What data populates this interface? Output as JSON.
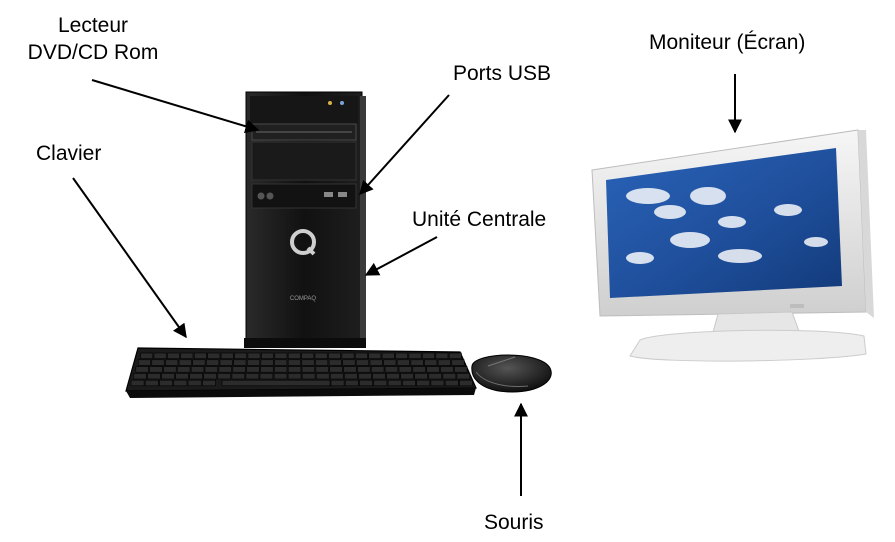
{
  "labels": {
    "dvd_line1": "Lecteur",
    "dvd_line2": "DVD/CD Rom",
    "monitor": "Moniteur (Écran)",
    "usb": "Ports USB",
    "keyboard": "Clavier",
    "tower": "Unité Centrale",
    "mouse": "Souris"
  },
  "tower_brand": "COMPAQ"
}
